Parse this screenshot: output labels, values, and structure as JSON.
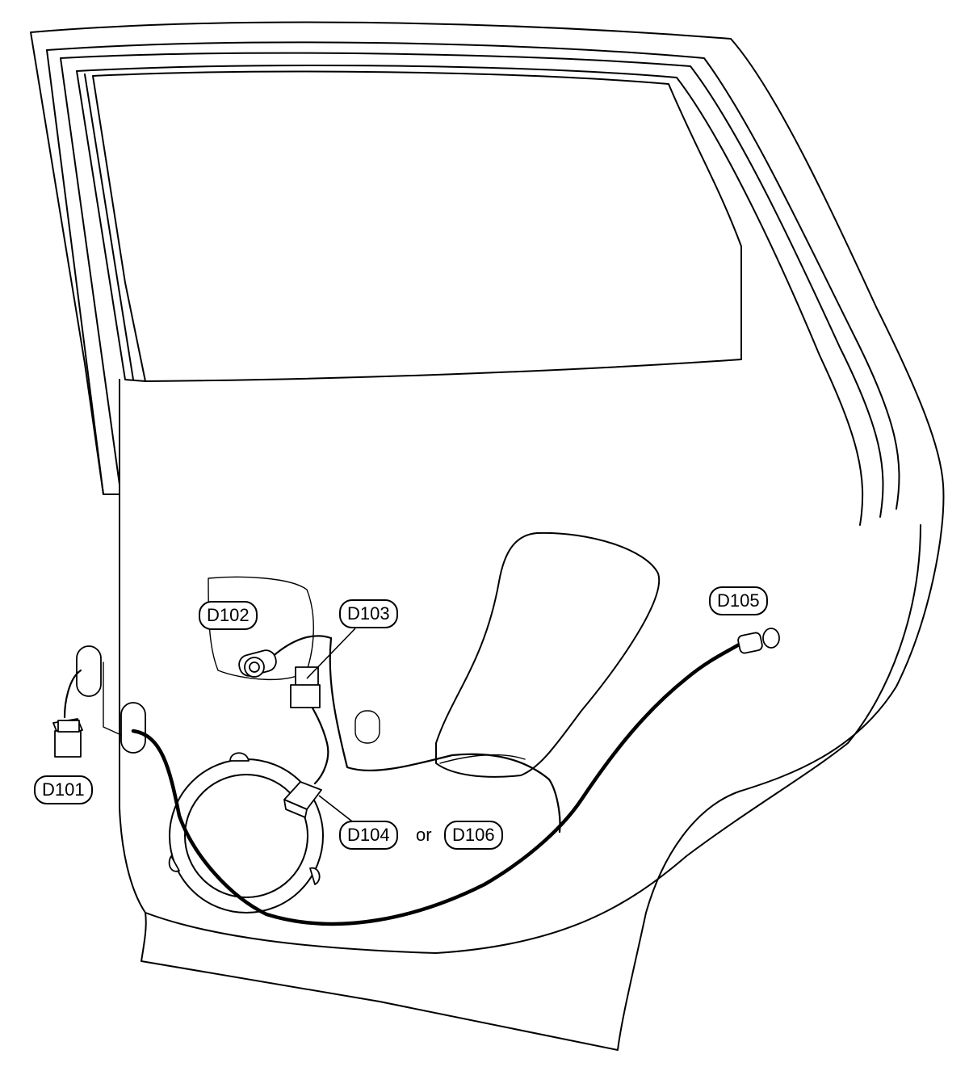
{
  "labels": {
    "d101": "D101",
    "d102": "D102",
    "d103": "D103",
    "d104": "D104",
    "or": "or",
    "d106": "D106",
    "d105": "D105"
  }
}
